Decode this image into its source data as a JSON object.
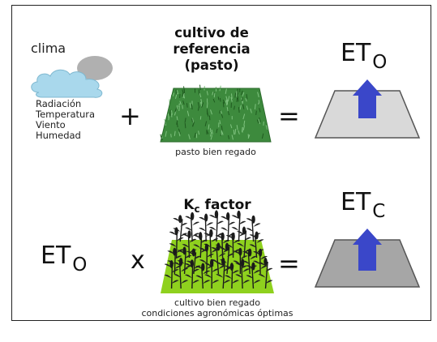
{
  "climate": {
    "label": "clima",
    "factors": [
      "Radiación",
      "Temperatura",
      "Viento",
      "Humedad"
    ]
  },
  "reference_crop": {
    "title_lines": [
      "cultivo de",
      "referencia",
      "(pasto)"
    ],
    "caption": "pasto bien regado"
  },
  "eto": {
    "base": "ET",
    "subscript": "O"
  },
  "etc": {
    "base": "ET",
    "subscript": "C"
  },
  "kc": {
    "base": "K",
    "subscript": "c",
    "suffix": " factor"
  },
  "crop": {
    "caption_lines": [
      "cultivo bien regado",
      "condiciones agronómicas óptimas"
    ]
  },
  "operators": {
    "plus": "+",
    "equals": "=",
    "times": "x"
  },
  "colors": {
    "cloud": "#a9d8ec",
    "sun_gray": "#b0b0b0",
    "grass": "#3d8a3d",
    "crop_green": "#8fd11e",
    "field_light": "#d9d9d9",
    "field_dark": "#a6a6a6",
    "arrow": "#3a47c9"
  }
}
